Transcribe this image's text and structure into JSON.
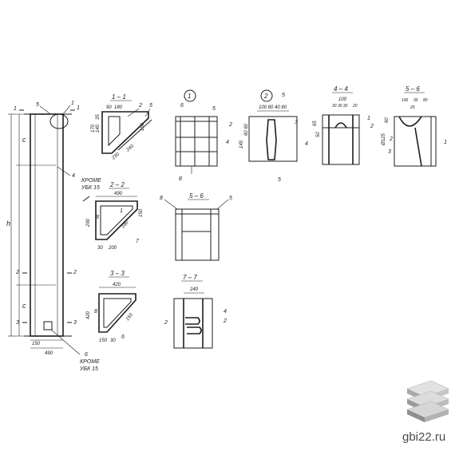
{
  "column": {
    "dim_c_top": "c",
    "dim_h": "h",
    "dim_c_bottom": "c",
    "dim_150": "150",
    "dim_490": "490",
    "marker_1": "1",
    "marker_2": "2",
    "marker_3": "3",
    "callout_5": "5",
    "callout_1": "1",
    "callout_4": "4",
    "note_top_1": "КРОМЕ",
    "note_top_2": "УБК 15",
    "callout_6": "6",
    "note_bottom_1": "КРОМЕ",
    "note_bottom_2": "УБК 15"
  },
  "sections": {
    "s11": {
      "title": "1 – 1",
      "d1": "90",
      "d2": "180",
      "c2": "2",
      "c5": "5",
      "d3": "170",
      "d4": "140",
      "d5": "35",
      "d6": "230",
      "d7": "240",
      "d8": "150"
    },
    "s22": {
      "title": "2 – 2",
      "d1": "490",
      "d2": "290",
      "c8": "8",
      "c1": "1",
      "d3": "150",
      "d4": "30",
      "d5": "200",
      "d6": "180",
      "c7": "7"
    },
    "s33": {
      "title": "3 – 3",
      "d1": "420",
      "d2": "420",
      "c8": "8",
      "c6": "6",
      "d3": "150",
      "d4": "30",
      "d5": "150"
    },
    "s56a": {
      "title": "5 – 6",
      "c8": "8",
      "c5": "5"
    },
    "s77": {
      "title": "7 – 7",
      "d1": "240",
      "c4": "4",
      "c2": "2"
    },
    "s44": {
      "title": "4 – 4",
      "d1": "100",
      "d2": "30 30 30",
      "d3": "20",
      "c1": "1",
      "c2": "2",
      "d4": "65",
      "d5": "50"
    },
    "s56b": {
      "title": "5 – 6",
      "d1": "145",
      "d2": "95",
      "d3": "80",
      "d4": "25",
      "c1": "1",
      "c2": "2",
      "c3": "3",
      "d5": "60",
      "d6": "Ø125"
    }
  },
  "node1": {
    "title": "1",
    "c6": "6",
    "c5": "5",
    "c2": "2",
    "c4": "4",
    "c8": "8"
  },
  "node2": {
    "title": "2",
    "d1": "100 80 40 80",
    "c5": "5",
    "c3": "3",
    "c4": "4",
    "c5b": "5",
    "d2": "60 60",
    "d3": "145"
  },
  "watermark": {
    "text": "gbi22.ru",
    "icon": "stacked-slabs-logo"
  }
}
